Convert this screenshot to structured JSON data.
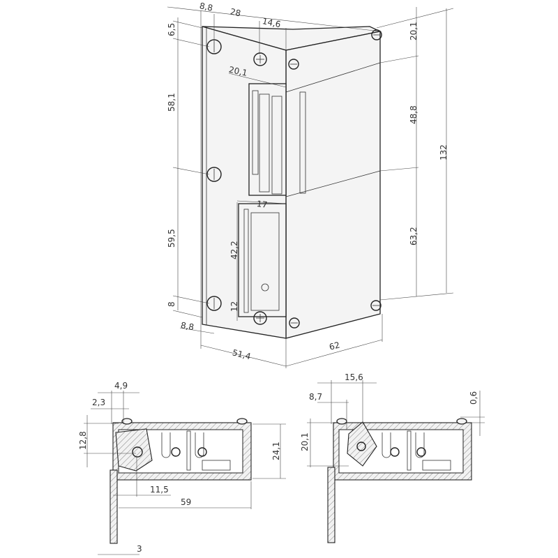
{
  "drawing": {
    "main_view": {
      "dims": {
        "top_screw_offset": "8,8",
        "screw_spacing_top": "28",
        "plate_to_body": "14,6",
        "top_margin": "6,5",
        "body_top": "20,1",
        "upper_screw_to_mid": "58,1",
        "latch_width": "20,1",
        "latch_height": "48,8",
        "total_height": "132",
        "mid_to_lower_screw": "59,5",
        "slot_width": "17",
        "slot_height": "42,2",
        "lower_body": "63,2",
        "bottom_margin": "8",
        "slot_bottom": "12",
        "bottom_screw_offset": "8,8",
        "plate_width": "51,4",
        "body_depth": "62"
      }
    },
    "section_left": {
      "dims": {
        "a": "4,9",
        "b": "2,3",
        "c": "12,8",
        "height": "24,1",
        "pivot": "11,5",
        "length": "59",
        "plate_thickness": "3"
      }
    },
    "section_right": {
      "dims": {
        "a": "15,6",
        "b": "8,7",
        "c": "0,6",
        "d": "20,1"
      }
    }
  }
}
